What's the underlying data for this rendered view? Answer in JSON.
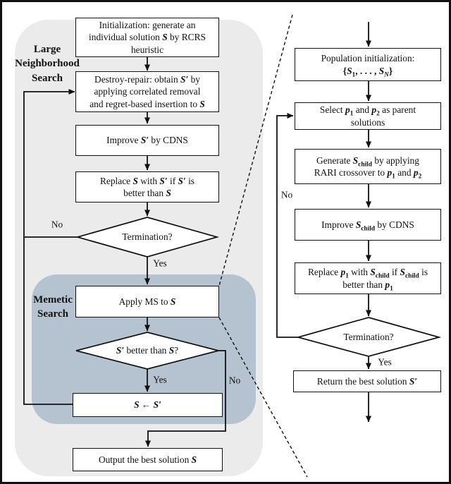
{
  "colors": {
    "lns_region": "#ebebeb",
    "ms_region": "#b5c3d0",
    "line": "#111111",
    "box_fill": "#ffffff"
  },
  "left_chart": {
    "section_labels": {
      "lns": [
        [
          {
            "t": "Large"
          }
        ],
        [
          {
            "t": "Neighborhood"
          }
        ],
        [
          {
            "t": "Search"
          }
        ]
      ],
      "ms": [
        [
          {
            "t": "Memetic"
          }
        ],
        [
          {
            "t": "Search"
          }
        ]
      ]
    },
    "nodes": {
      "init": {
        "lines": [
          [
            {
              "t": "Initialization: generate an"
            }
          ],
          [
            {
              "t": "individual solution "
            },
            {
              "v": "S"
            },
            {
              "t": " by RCRS"
            }
          ],
          [
            {
              "t": "heuristic"
            }
          ]
        ]
      },
      "destroy": {
        "lines": [
          [
            {
              "t": "Destroy-repair: obtain "
            },
            {
              "v": "S′"
            },
            {
              "t": " by"
            }
          ],
          [
            {
              "t": "applying correlated removal"
            }
          ],
          [
            {
              "t": "and regret-based insertion to "
            },
            {
              "v": "S"
            }
          ]
        ]
      },
      "improve": {
        "lines": [
          [
            {
              "t": "Improve "
            },
            {
              "v": "S′"
            },
            {
              "t": " by CDNS"
            }
          ]
        ]
      },
      "replace": {
        "lines": [
          [
            {
              "t": "Replace "
            },
            {
              "v": "S"
            },
            {
              "t": " with "
            },
            {
              "v": "S′"
            },
            {
              "t": " if "
            },
            {
              "v": "S′"
            },
            {
              "t": " is"
            }
          ],
          [
            {
              "t": "better than "
            },
            {
              "v": "S"
            }
          ]
        ]
      },
      "termination": {
        "lines": [
          [
            {
              "t": "Termination?"
            }
          ]
        ]
      },
      "apply": {
        "lines": [
          [
            {
              "t": "Apply MS to "
            },
            {
              "v": "S"
            }
          ]
        ]
      },
      "better": {
        "lines": [
          [
            {
              "v": "S′"
            },
            {
              "t": " better than "
            },
            {
              "v": "S"
            },
            {
              "t": "?"
            }
          ]
        ]
      },
      "assign": {
        "lines": [
          [
            {
              "v": "S"
            },
            {
              "t": " ← ",
              "b": true
            },
            {
              "v": "S′"
            }
          ]
        ]
      },
      "output": {
        "lines": [
          [
            {
              "t": "Output the best solution "
            },
            {
              "v": "S"
            }
          ]
        ]
      }
    },
    "edge_labels": {
      "term_no": "No",
      "term_yes": "Yes",
      "better_yes": "Yes",
      "better_no": "No"
    }
  },
  "right_chart": {
    "nodes": {
      "pop": {
        "lines": [
          [
            {
              "t": "Population initialization:"
            }
          ],
          [
            {
              "t": "{",
              "b": true
            },
            {
              "v": "S",
              "sub": "1"
            },
            {
              "t": ", . . . , ",
              "b": true
            },
            {
              "v": "S",
              "sub": "N",
              "si": true
            },
            {
              "t": "}",
              "b": true
            }
          ]
        ]
      },
      "select": {
        "lines": [
          [
            {
              "t": "Select "
            },
            {
              "v": "p",
              "sub": "1"
            },
            {
              "t": " and "
            },
            {
              "v": "p",
              "sub": "2"
            },
            {
              "t": " as parent"
            }
          ],
          [
            {
              "t": "solutions"
            }
          ]
        ]
      },
      "generate": {
        "lines": [
          [
            {
              "t": "Generate "
            },
            {
              "v": "S",
              "sub": "child"
            },
            {
              "t": " by applying"
            }
          ],
          [
            {
              "t": "RARI crossover to "
            },
            {
              "v": "p",
              "sub": "1"
            },
            {
              "t": " and "
            },
            {
              "v": "p",
              "sub": "2"
            }
          ]
        ]
      },
      "improve_child": {
        "lines": [
          [
            {
              "t": "Improve "
            },
            {
              "v": "S",
              "sub": "child"
            },
            {
              "t": " by CDNS"
            }
          ]
        ]
      },
      "replace_p1": {
        "lines": [
          [
            {
              "t": "Replace "
            },
            {
              "v": "p",
              "sub": "1"
            },
            {
              "t": " with "
            },
            {
              "v": "S",
              "sub": "child"
            },
            {
              "t": " if "
            },
            {
              "v": "S",
              "sub": "child"
            },
            {
              "t": " is"
            }
          ],
          [
            {
              "t": "better than "
            },
            {
              "v": "p",
              "sub": "1"
            }
          ]
        ]
      },
      "termination": {
        "lines": [
          [
            {
              "t": "Termination?"
            }
          ]
        ]
      },
      "return": {
        "lines": [
          [
            {
              "t": "Return the best solution "
            },
            {
              "v": "S′"
            }
          ]
        ]
      }
    },
    "edge_labels": {
      "no": "No",
      "yes": "Yes"
    }
  }
}
